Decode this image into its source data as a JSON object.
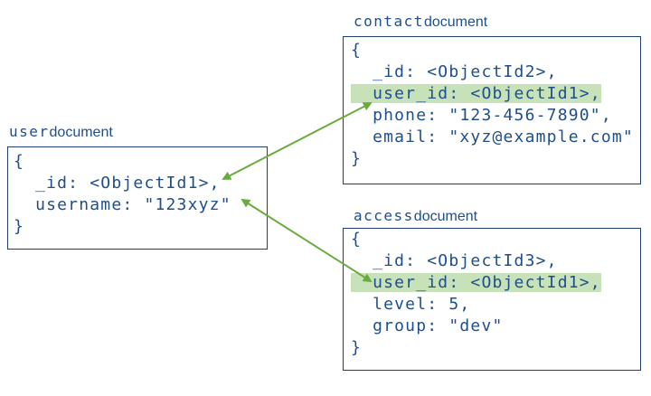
{
  "user_doc": {
    "title_mono": "user",
    "title_text": "document",
    "lines": [
      "{",
      "  _id: <ObjectId1>,",
      "  username: \"123xyz\"",
      "}"
    ]
  },
  "contact_doc": {
    "title_mono": "contact",
    "title_text": "document",
    "lines": [
      "{",
      "  _id: <ObjectId2>,",
      "  user_id: <ObjectId1>,",
      "  phone: \"123-456-7890\",",
      "  email: \"xyz@example.com\"",
      "}"
    ]
  },
  "access_doc": {
    "title_mono": "access",
    "title_text": "document",
    "lines": [
      "{",
      "  _id: <ObjectId3>,",
      "  user_id: <ObjectId1>,",
      "  level: 5,",
      "  group: \"dev\"",
      "}"
    ]
  },
  "colors": {
    "text": "#1f4e8c",
    "border": "#1f3f73",
    "highlight": "#c7e2b8",
    "arrow": "#6aab3e"
  }
}
